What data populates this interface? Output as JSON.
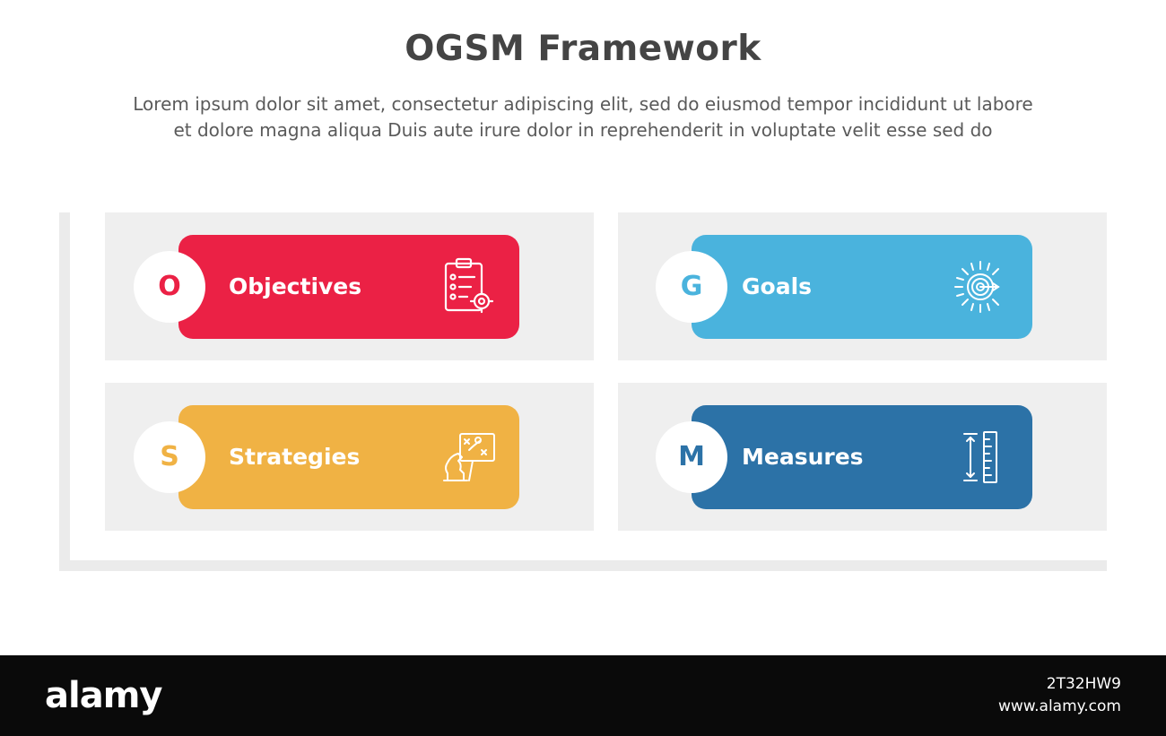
{
  "header": {
    "title": "OGSM Framework",
    "subtitle_line1": "Lorem ipsum dolor sit amet, consectetur adipiscing elit, sed do eiusmod tempor incididunt ut labore",
    "subtitle_line2": "et dolore magna aliqua Duis aute irure dolor in reprehenderit in voluptate velit esse sed do"
  },
  "items": [
    {
      "letter": "O",
      "label": "Objectives",
      "color": "#eb2145",
      "icon": "clipboard-target-icon"
    },
    {
      "letter": "G",
      "label": "Goals",
      "color": "#4ab3dd",
      "icon": "target-dart-icon"
    },
    {
      "letter": "S",
      "label": "Strategies",
      "color": "#f0b244",
      "icon": "chess-strategy-board-icon"
    },
    {
      "letter": "M",
      "label": "Measures",
      "color": "#2c72a7",
      "icon": "ruler-measure-icon"
    }
  ],
  "footer": {
    "logo": "alamy",
    "image_id": "2T32HW9",
    "site": "www.alamy.com"
  }
}
